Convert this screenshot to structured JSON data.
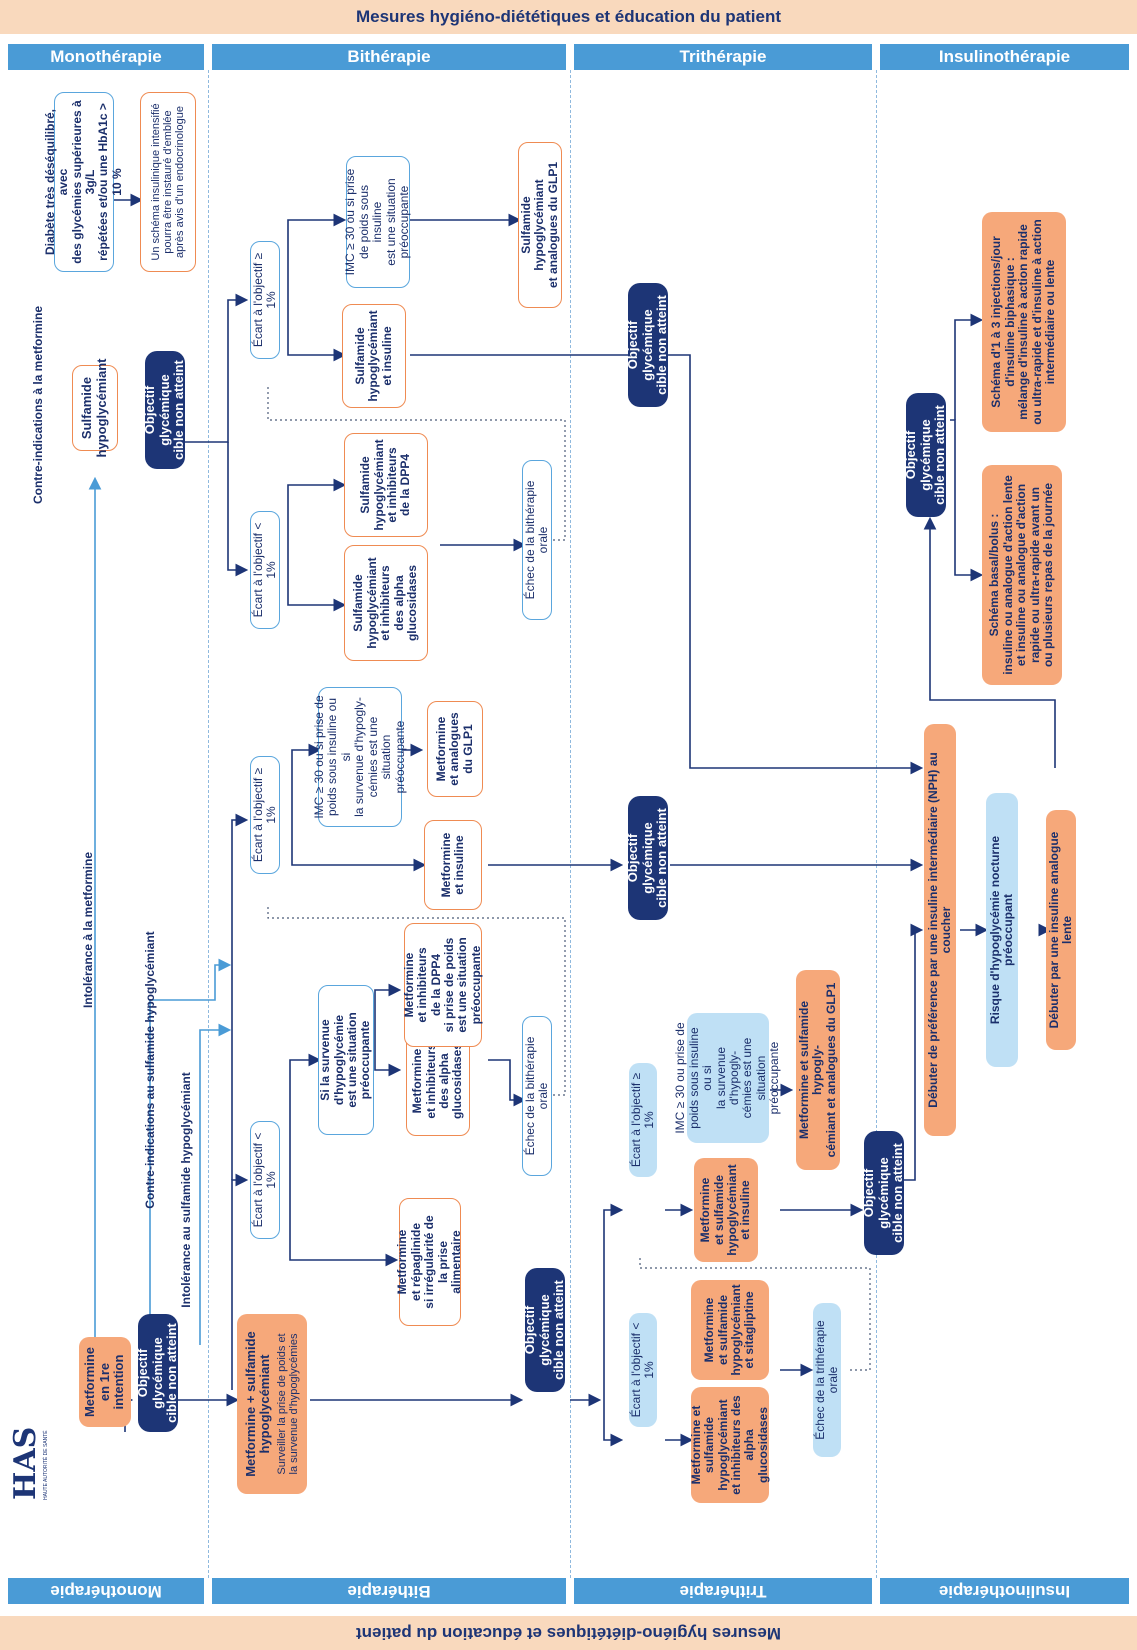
{
  "banner": {
    "text": "Mesures hygiéno-diététiques et éducation du patient"
  },
  "columns": [
    {
      "label": "Monothérapie"
    },
    {
      "label": "Bithérapie"
    },
    {
      "label": "Trithérapie"
    },
    {
      "label": "Insulinothérapie"
    }
  ],
  "logo": {
    "mark": "HAS",
    "subtitle": "HAUTE AUTORITÉ DE SANTÉ"
  },
  "colors": {
    "orange": "#f6a87a",
    "orange_border": "#ef8b52",
    "navy": "#1d3576",
    "blue": "#4a9bd6",
    "light_blue": "#bfe0f5",
    "banner": "#f9d9bd"
  },
  "nodes": {
    "metformine": "Metformine\nen 1re intention",
    "obj_mono": "Objectif glycémique\ncible non atteint",
    "met_sulf": "Metformine + sulfamide\nhypoglycémiant",
    "met_sulf_note": "Surveiller la prise de poids et\nla survenue d'hypoglycémies",
    "sulfamide": "Sulfamide\nhypoglycémiant",
    "obj_sulf": "Objectif glycémique\ncible non atteint",
    "diabete": "Diabète très déséquilibré, avec\ndes glycémies supérieures à 3g/L\nrépétées et/ou une HbA1c > 10 %",
    "schema_intensif": "Un schéma insulinique intensifié\npourra être instauré d'emblée\naprès avis d'un endocrinologue",
    "met_repaglinide": "Metformine\net répaglinide\nsi irrégularité de\nla prise\nalimentaire",
    "met_alpha": "Metformine\net inhibiteurs\ndes alpha\nglucosidases",
    "met_dpp4": "Metformine\net inhibiteurs\nde la DPP4\nsi prise de poids\nest une situation\npréoccupante",
    "si_hypo": "Si la survenue d'hypoglycémie\nest une situation préoccupante",
    "echec_bi_1": "Échec de la bithérapie orale",
    "met_insuline": "Metformine\net insuline",
    "imc_1": "IMC ≥ 30 ou si prise de\npoids sous insuline ou si\nla survenue d'hypogly-\ncémies est une situation\npréoccupante",
    "met_glp1": "Metformine\net analogues\ndu GLP1",
    "obj_bi_met": "Objectif glycémique\ncible non atteint",
    "sulf_alpha": "Sulfamide\nhypoglycémiant\net inhibiteurs\ndes alpha\nglucosidases",
    "sulf_dpp4": "Sulfamide\nhypoglycémiant\net inhibiteurs\nde la DPP4",
    "echec_bi_2": "Échec de la bithérapie orale",
    "sulf_insuline": "Sulfamide\nhypoglycémiant\net insuline",
    "imc_2": "IMC ≥ 30 ou si prise\nde poids sous insuline\nest une situation\npréoccupante",
    "sulf_glp1": "Sulfamide hypoglycémiant\net analogues du GLP1",
    "obj_bi_sulf": "Objectif glycémique\ncible non atteint",
    "obj_bithe": "Objectif glycémique\ncible non atteint",
    "tri_alpha": "Metformine et\nsulfamide\nhypoglycémiant\net inhibiteurs des\nalpha glucosidases",
    "tri_sita": "Metformine\net sulfamide\nhypoglycémiant\net sitagliptine",
    "echec_tri": "Échec de la trithérapie orale",
    "tri_insuline": "Metformine\net sulfamide\nhypoglycémiant\net insuline",
    "imc_3": "IMC ≥ 30 ou prise de\npoids sous insuline ou si\nla survenue d'hypogly-\ncémies est une situation\npréoccupante",
    "tri_glp1": "Metformine et sulfamide hypogly-\ncémiant et analogues du GLP1",
    "obj_tri": "Objectif glycémique\ncible non atteint",
    "debuter_nph": "Débuter de préférence par une insuline intermédiaire (NPH) au coucher",
    "risque": "Risque d'hypoglycémie nocturne préoccupant",
    "debuter_lente": "Débuter par une insuline analogue lente",
    "obj_insu": "Objectif glycémique\ncible non atteint",
    "basal_bolus": "Schéma basal/bolus :\ninsuline ou analogue d'action lente\net insuline ou analogue d'action\nrapide ou ultra-rapide avant un\nou plusieurs repas de la journée",
    "biphasique": "Schéma d'1 à 3 injections/jour\nd'insuline biphasique :\nmélange d'insuline à action rapide\nou ultra-rapide et d'insuline à action\nintermédiaire ou lente"
  },
  "labels": {
    "ci_metformine": "Contre-indications à la metformine",
    "intol_metformine": "Intolérance à la metformine",
    "ci_sulfamide": "Contre-indications au sulfamide hypoglycémiant",
    "intol_sulfamide": "Intolérance au sulfamide hypoglycémiant",
    "ecart_lt_1": "Écart à l'objectif < 1%",
    "ecart_ge_1": "Écart à l'objectif ≥ 1%"
  }
}
